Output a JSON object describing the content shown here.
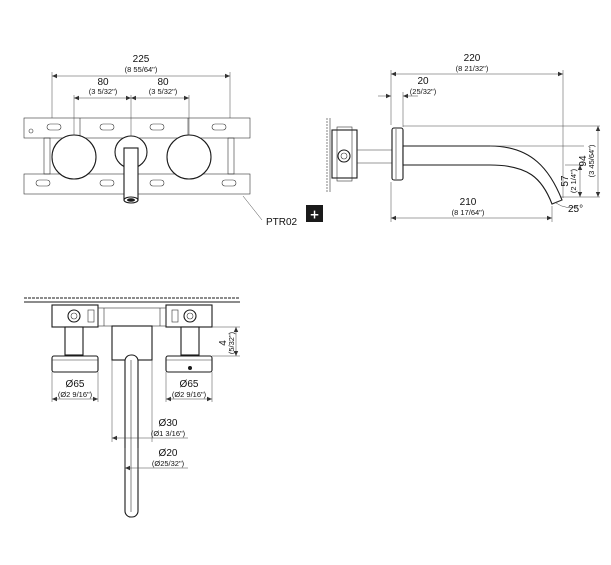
{
  "front_view": {
    "overall_width": {
      "mm": "225",
      "inch": "(8 55/64\")"
    },
    "left_spacing": {
      "mm": "80",
      "inch": "(3 5/32\")"
    },
    "right_spacing": {
      "mm": "80",
      "inch": "(3 5/32\")"
    },
    "part_label": "PTR02",
    "plus_symbol": "+"
  },
  "side_view": {
    "overall_depth": {
      "mm": "220",
      "inch": "(8 21/32\")"
    },
    "escutcheon_depth": {
      "mm": "20",
      "inch": "(25/32\")"
    },
    "spout_reach": {
      "mm": "210",
      "inch": "(8 17/64\")"
    },
    "height_57": {
      "mm": "57",
      "inch": "(2 1/4\")"
    },
    "height_94": {
      "mm": "94",
      "inch": "(3 45/64\")"
    },
    "angle": "25°"
  },
  "top_view": {
    "offset": {
      "mm": "4",
      "inch": "(5/32\")"
    },
    "left_handle_dia": {
      "mm": "Ø65",
      "inch": "(Ø2 9/16\")"
    },
    "right_handle_dia": {
      "mm": "Ø65",
      "inch": "(Ø2 9/16\")"
    },
    "spout_base_dia": {
      "mm": "Ø30",
      "inch": "(Ø1 3/16\")"
    },
    "spout_dia": {
      "mm": "Ø20",
      "inch": "(Ø25/32\")"
    }
  }
}
